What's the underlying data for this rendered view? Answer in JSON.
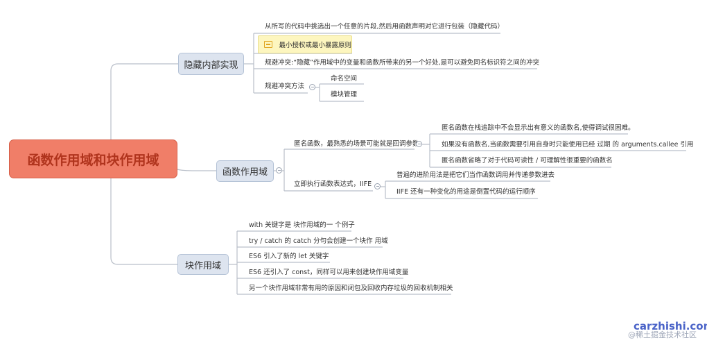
{
  "root": {
    "label": "函数作用域和块作用域"
  },
  "hide": {
    "label": "隐藏内部实现",
    "items": [
      "从所写的代码中挑选出一个任意的片段,然后用函数声明对它进行包装（隐藏代码）",
      "最小授权或最小暴露原则",
      "规避冲突:“隐藏”作用域中的变量和函数所带来的另一个好处,是可以避免同名标识符之间的冲突",
      "规避冲突方法"
    ],
    "methods": [
      "命名空间",
      "模块管理"
    ]
  },
  "func": {
    "label": "函数作用域",
    "anon": {
      "label": "匿名函数，最熟悉的场景可能就是回调参数",
      "items": [
        "匿名函数在栈追踪中不会显示出有意义的函数名,使得调试很困难。",
        "如果没有函数名,当函数需要引用自身时只能使用已经 过期 的 arguments.callee 引用",
        "匿名函数省略了对于代码可读性 / 可理解性很重要的函数名"
      ]
    },
    "iife": {
      "label": "立即执行函数表达式，IIFE",
      "items": [
        "普遍的进阶用法是把它们当作函数调用并传递参数进去",
        "IIFE 还有一种变化的用途是倒置代码的运行顺序"
      ]
    }
  },
  "block": {
    "label": "块作用域",
    "items": [
      "with 关键字是 块作用域的一 个例子",
      "try / catch 的 catch 分句会创建一个块作 用域",
      " ES6 引入了新的 let 关键字",
      "ES6 还引入了 const，同样可以用来创建块作用域变量",
      "另一个块作用域非常有用的原因和闭包及回收内存垃圾的回收机制相关"
    ]
  },
  "watermark": {
    "site": "carzhishi.com",
    "note": "@稀土掘金技术社区"
  },
  "colors": {
    "root_fill": "#f07e68",
    "branch_fill": "#dde4ef",
    "line": "#b9bfc9",
    "highlight": "#fdf6bf"
  }
}
